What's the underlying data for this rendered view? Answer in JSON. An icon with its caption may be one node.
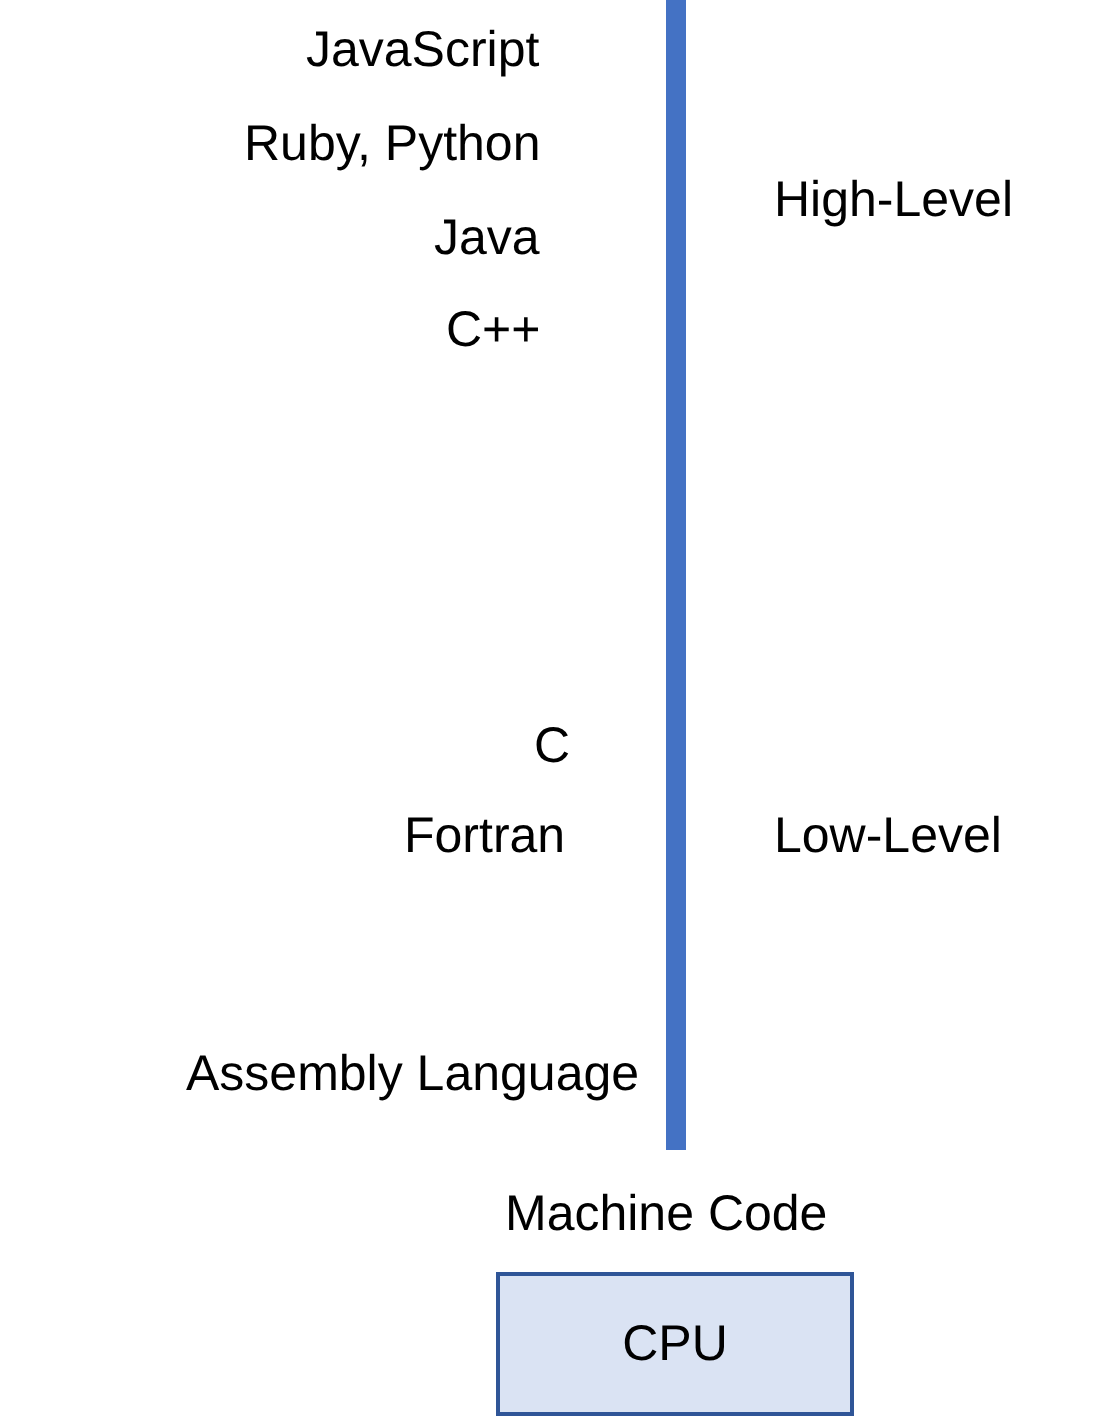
{
  "diagram": {
    "nodes": [
      {
        "text": [
          "CPU"
        ]
      }
    ],
    "labels": [
      "JavaScript",
      "Ruby, Python",
      "High-Level",
      "Java",
      "C++",
      "C",
      "Fortran",
      "Low-Level",
      "Assembly Language",
      "Machine Code"
    ]
  }
}
